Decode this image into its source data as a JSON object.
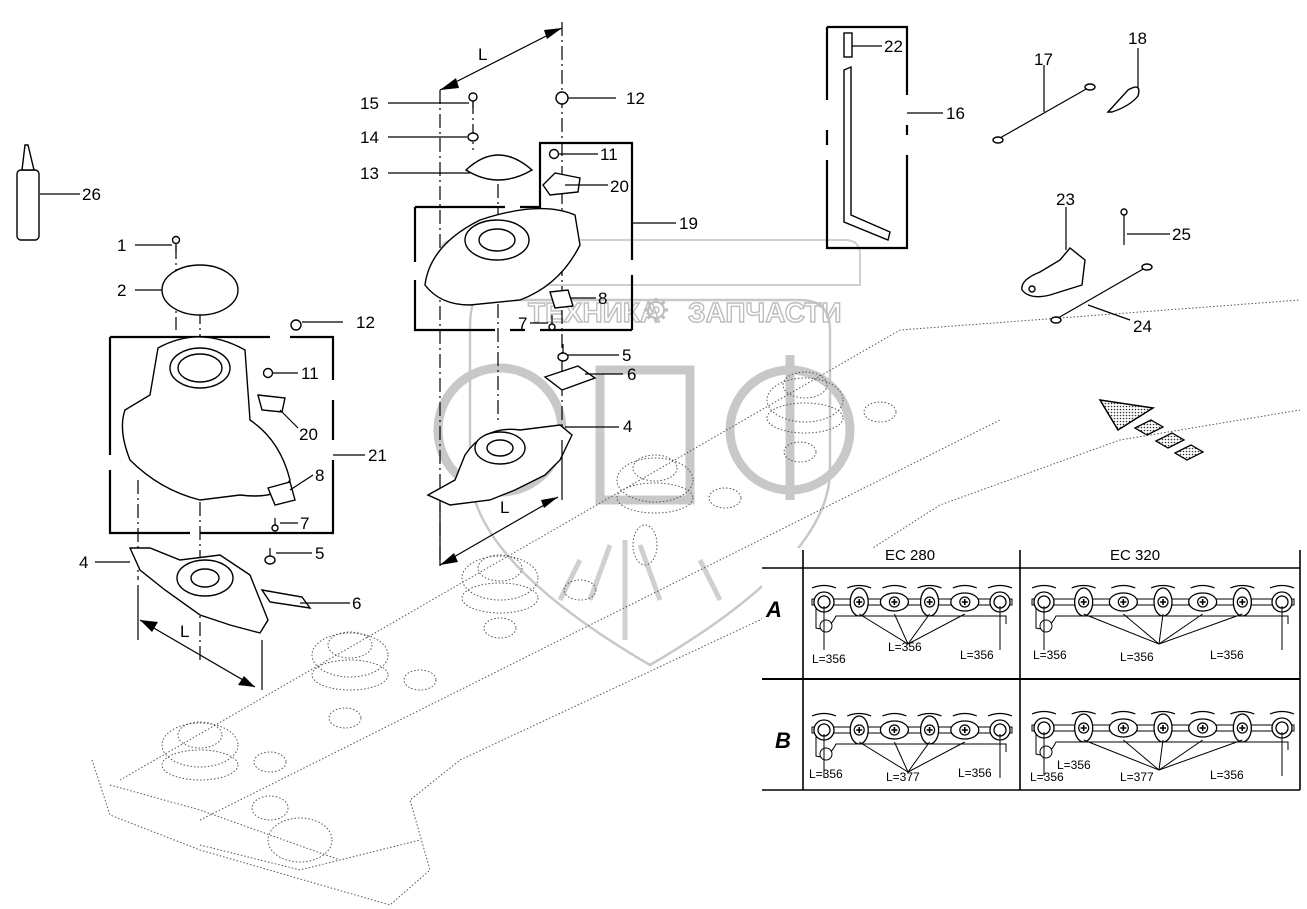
{
  "diagram": {
    "type": "exploded-parts-view",
    "subject": "Disc mower cutter bar — discs, drums, knives and fasteners",
    "dimension_label": "L",
    "watermark": {
      "left_text": "ТЕХНИКА",
      "right_text": "ЗАПЧАСТИ",
      "logo_letters": "ЭПФ",
      "gear_icon": "gear-icon"
    },
    "callouts": [
      {
        "id": "c1",
        "number": "1"
      },
      {
        "id": "c2",
        "number": "2"
      },
      {
        "id": "c4a",
        "number": "4"
      },
      {
        "id": "c4b",
        "number": "4"
      },
      {
        "id": "c5a",
        "number": "5"
      },
      {
        "id": "c5b",
        "number": "5"
      },
      {
        "id": "c6a",
        "number": "6"
      },
      {
        "id": "c6b",
        "number": "6"
      },
      {
        "id": "c7a",
        "number": "7"
      },
      {
        "id": "c7b",
        "number": "7"
      },
      {
        "id": "c8a",
        "number": "8"
      },
      {
        "id": "c8b",
        "number": "8"
      },
      {
        "id": "c11a",
        "number": "11"
      },
      {
        "id": "c11b",
        "number": "11"
      },
      {
        "id": "c12a",
        "number": "12"
      },
      {
        "id": "c12b",
        "number": "12"
      },
      {
        "id": "c13",
        "number": "13"
      },
      {
        "id": "c14",
        "number": "14"
      },
      {
        "id": "c15",
        "number": "15"
      },
      {
        "id": "c16",
        "number": "16"
      },
      {
        "id": "c17",
        "number": "17"
      },
      {
        "id": "c18",
        "number": "18"
      },
      {
        "id": "c19",
        "number": "19"
      },
      {
        "id": "c20a",
        "number": "20"
      },
      {
        "id": "c20b",
        "number": "20"
      },
      {
        "id": "c21",
        "number": "21"
      },
      {
        "id": "c22",
        "number": "22"
      },
      {
        "id": "c23",
        "number": "23"
      },
      {
        "id": "c24",
        "number": "24"
      },
      {
        "id": "c25",
        "number": "25"
      },
      {
        "id": "c26",
        "number": "26"
      }
    ],
    "spacing_table": {
      "columns": [
        "EC 280",
        "EC 320"
      ],
      "rows": [
        {
          "label": "A",
          "ec280": {
            "left": "L=356",
            "middle": "L=356",
            "right": "L=356"
          },
          "ec320": {
            "left": "L=356",
            "middle": "L=356",
            "right": "L=356"
          }
        },
        {
          "label": "B",
          "ec280": {
            "left": "L=356",
            "middle": "L=377",
            "right": "L=356"
          },
          "ec320": {
            "left": "L=356",
            "inner_left": "L=356",
            "middle": "L=377",
            "right": "L=356"
          }
        }
      ]
    },
    "direction_arrow": "travel-direction-arrow"
  }
}
